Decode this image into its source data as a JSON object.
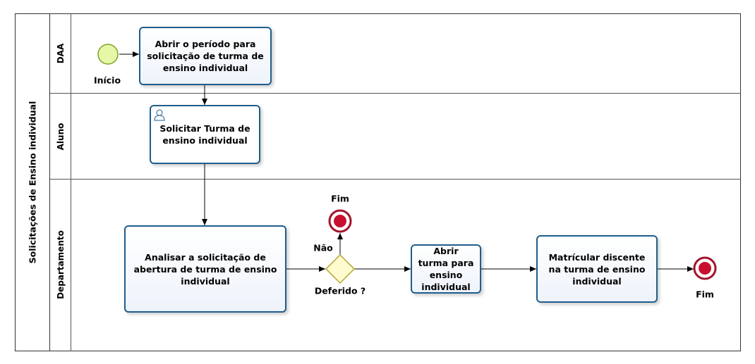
{
  "pool": {
    "name": "Solicitações de Ensino individual"
  },
  "lanes": [
    {
      "id": "daa",
      "name": "DAA"
    },
    {
      "id": "aluno",
      "name": "Aluno"
    },
    {
      "id": "departamento",
      "name": "Departamento"
    }
  ],
  "tasks": {
    "abrir_periodo": "Abrir o período para solicitação de turma de ensino individual",
    "solicitar_turma": "Solicitar Turma de ensino individual",
    "analisar": "Analisar a solicitação de abertura de turma de ensino individual",
    "abrir_turma": "Abrir turma para ensino individual",
    "matricular": "Matrícular discente na turma de ensino individual"
  },
  "events": {
    "start": "Início",
    "end_top": "Fim",
    "end_right": "Fim"
  },
  "gateway": {
    "label": "Deferido ?",
    "no_label": "Não"
  },
  "colors": {
    "task_border": "#1f5d8c",
    "start_fill": "#e6f7a8",
    "start_stroke": "#7aa324",
    "end_fill": "#c8102e",
    "end_stroke": "#a3132a",
    "gateway_fill": "#fffbd1",
    "gateway_stroke": "#b3a62b"
  }
}
